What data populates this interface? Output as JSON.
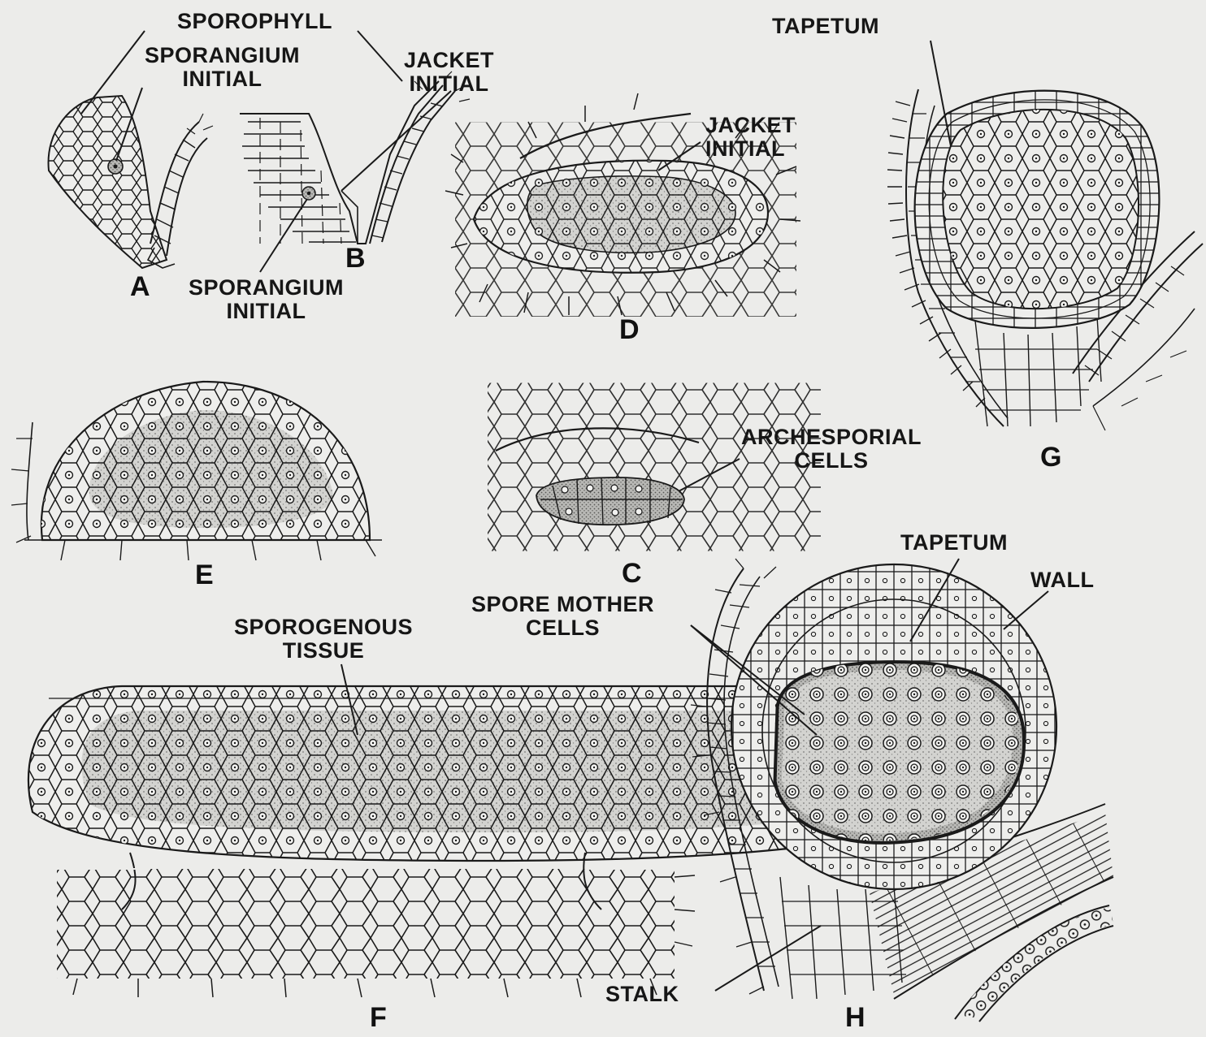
{
  "figure": {
    "panels": [
      {
        "id": "A",
        "letter": "A",
        "labels": [
          "SPOROPHYLL",
          "SPORANGIUM INITIAL"
        ]
      },
      {
        "id": "B",
        "letter": "B",
        "labels": [
          "JACKET INITIAL",
          "SPORANGIUM INITIAL"
        ]
      },
      {
        "id": "C",
        "letter": "C",
        "labels": [
          "ARCHESPORIAL CELLS"
        ]
      },
      {
        "id": "D",
        "letter": "D",
        "labels": [
          "JACKET INITIAL"
        ]
      },
      {
        "id": "E",
        "letter": "E",
        "labels": []
      },
      {
        "id": "F",
        "letter": "F",
        "labels": [
          "SPOROGENOUS TISSUE"
        ]
      },
      {
        "id": "G",
        "letter": "G",
        "labels": [
          "TAPETUM"
        ]
      },
      {
        "id": "H",
        "letter": "H",
        "labels": [
          "TAPETUM",
          "WALL",
          "SPORE MOTHER CELLS",
          "STALK"
        ]
      }
    ]
  },
  "labels": {
    "sporophyll": "SPOROPHYLL",
    "sporangium_initial_a_1": "SPORANGIUM",
    "sporangium_initial_a_2": "INITIAL",
    "jacket_initial_b_1": "JACKET",
    "jacket_initial_b_2": "INITIAL",
    "sporangium_initial_b_1": "SPORANGIUM",
    "sporangium_initial_b_2": "INITIAL",
    "jacket_initial_d_1": "JACKET",
    "jacket_initial_d_2": "INITIAL",
    "tapetum_g": "TAPETUM",
    "archesporial_1": "ARCHESPORIAL",
    "archesporial_2": "CELLS",
    "tapetum_h": "TAPETUM",
    "wall_h": "WALL",
    "spore_mother_1": "SPORE MOTHER",
    "spore_mother_2": "CELLS",
    "sporogenous_1": "SPOROGENOUS",
    "sporogenous_2": "TISSUE",
    "stalk": "STALK"
  },
  "panel_letters": {
    "a": "A",
    "b": "B",
    "c": "C",
    "d": "D",
    "e": "E",
    "f": "F",
    "g": "G",
    "h": "H"
  },
  "colors": {
    "background": "#ececea",
    "ink": "#1a1a1a",
    "stipple": "#c9c9c6",
    "dense_stipple": "#a9a9a6"
  }
}
